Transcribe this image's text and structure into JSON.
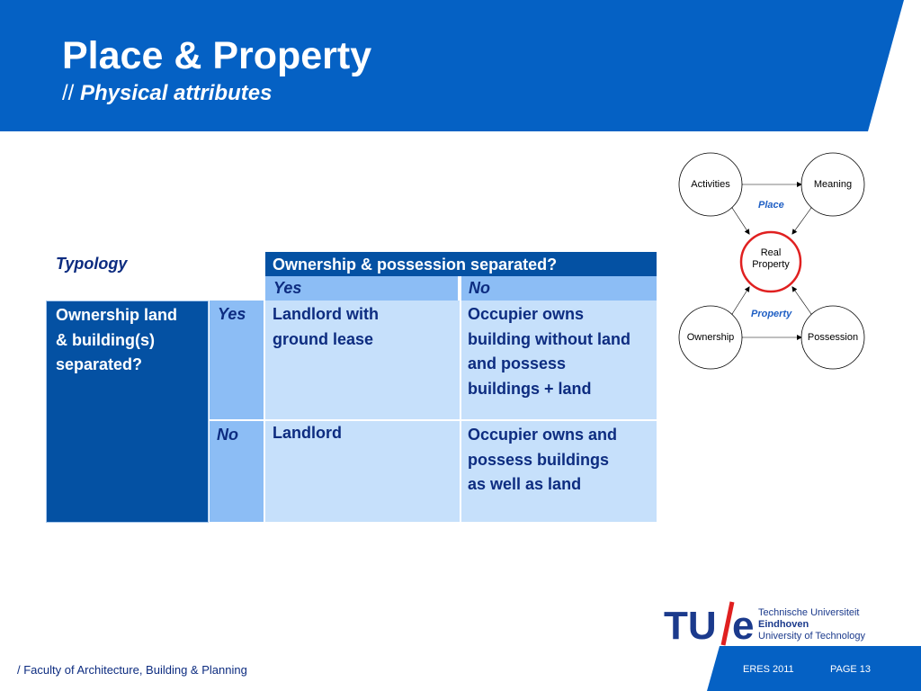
{
  "header": {
    "title": "Place & Property",
    "subtitle_prefix": "// ",
    "subtitle": "Physical attributes",
    "band_color": "#0561c4"
  },
  "table": {
    "corner_label": "Typology",
    "column_header": "Ownership & possession separated?",
    "col_yes": "Yes",
    "col_no": "No",
    "row_header_lines": [
      "Ownership land",
      "& building(s)",
      "separated?"
    ],
    "row_yes": "Yes",
    "row_no": "No",
    "cells": {
      "yes_yes_lines": [
        "Landlord with",
        "ground lease"
      ],
      "yes_no_lines": [
        "Occupier owns",
        "building without land",
        "and possess",
        "buildings + land"
      ],
      "no_yes_lines": [
        "Landlord"
      ],
      "no_no_lines": [
        "Occupier owns and",
        "possess  buildings",
        "as well as land"
      ]
    },
    "colors": {
      "dark": "#0451a3",
      "mid": "#8cbdf5",
      "light": "#c6e0fb",
      "text": "#0d2c80"
    }
  },
  "diagram": {
    "nodes": {
      "activities": "Activities",
      "meaning": "Meaning",
      "real_property_lines": [
        "Real",
        "Property"
      ],
      "ownership": "Ownership",
      "possession": "Possession"
    },
    "group_place": "Place",
    "group_property": "Property",
    "highlight_color": "#e02020"
  },
  "logo": {
    "mark": "TU/e",
    "line1": "Technische Universiteit",
    "line2": "Eindhoven",
    "line3": "University of Technology"
  },
  "footer": {
    "left": "/ Faculty of Architecture, Building & Planning",
    "event": "ERES 2011",
    "page": "PAGE 13"
  }
}
